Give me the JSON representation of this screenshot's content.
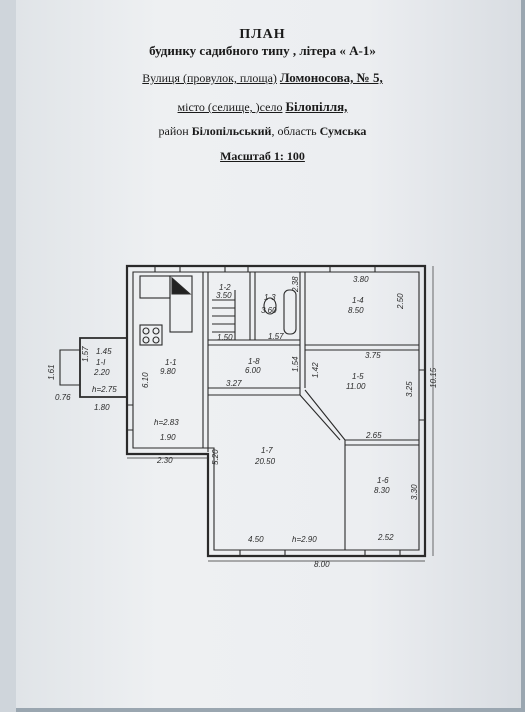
{
  "title": "ПЛАН",
  "subtitle": "будинку садибного типу , літера « А-1»",
  "street": {
    "label": "Вулиця (провулок, площа)",
    "value": "Ломоносова, № 5,"
  },
  "town": {
    "label": "місто (селище, )село",
    "value": "Білопілля,"
  },
  "district": {
    "prefix": "район",
    "value": "Білопільський",
    "mid": ", область",
    "region": "Сумська"
  },
  "scale": "Масштаб 1: 100",
  "rooms": [
    {
      "id": "1-1",
      "area": "9.80"
    },
    {
      "id": "1-2",
      "area": "3.50"
    },
    {
      "id": "1-3",
      "area": "3.60"
    },
    {
      "id": "1-4",
      "area": "8.50"
    },
    {
      "id": "1-5",
      "area": "11.00"
    },
    {
      "id": "1-6",
      "area": "8.30"
    },
    {
      "id": "1-7",
      "area": "20.50"
    },
    {
      "id": "1-8",
      "area": "6.00"
    },
    {
      "id": "1-I",
      "area": "2.20"
    }
  ],
  "dims": [
    "3.80",
    "2.50",
    "2.38",
    "3.75",
    "3.25",
    "10.15",
    "2.65",
    "3.30",
    "2.52",
    "8.00",
    "4.50",
    "h=2.90",
    "5.20",
    "3.27",
    "1.54",
    "1.42",
    "1.50",
    "1.57",
    "6.10",
    "1.90",
    "h=2.83",
    "2.30",
    "1.45",
    "1.57",
    "h=2.75",
    "1.80",
    "1.61",
    "0.76"
  ]
}
